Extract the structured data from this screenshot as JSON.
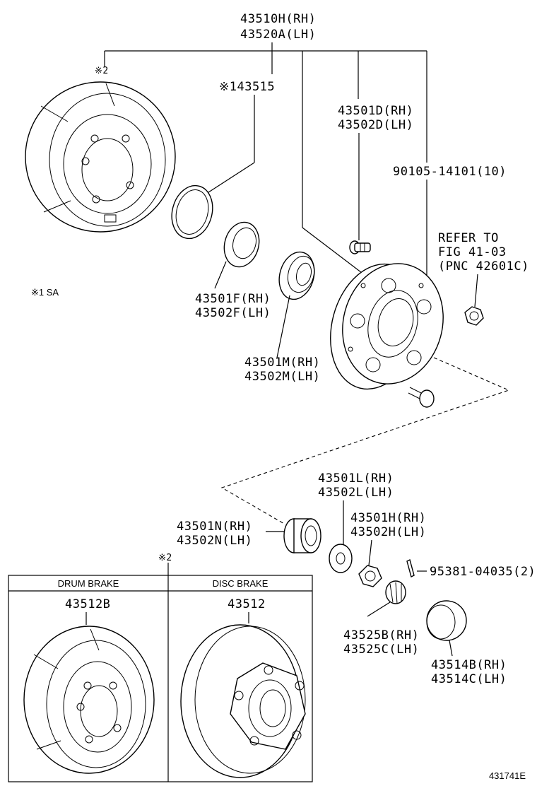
{
  "callouts": {
    "hub_assembly_rh": "43510H(RH)",
    "hub_assembly_lh": "43520A(LH)",
    "note_2_drum": "※2",
    "seal_ring": "※143515",
    "hub_bolt_rh": "43501D(RH)",
    "hub_bolt_lh": "43502D(LH)",
    "hub_nut": "90105-14101(10)",
    "refer_line1": "REFER TO",
    "refer_line2": "FIG 41-03",
    "refer_line3": "(PNC 42601C)",
    "note_1": "※1 SA",
    "oil_seal_rh": "43501F(RH)",
    "oil_seal_lh": "43502F(LH)",
    "inner_bearing_rh": "43501M(RH)",
    "inner_bearing_lh": "43502M(LH)",
    "washer_rh": "43501L(RH)",
    "washer_lh": "43502L(LH)",
    "outer_bearing_rh": "43501N(RH)",
    "outer_bearing_lh": "43502N(LH)",
    "nut_rh": "43501H(RH)",
    "nut_lh": "43502H(LH)",
    "note_2_lower": "※2",
    "cotter_pin": "95381-04035(2)",
    "lock_cap_rh": "43525B(RH)",
    "lock_cap_lh": "43525C(LH)",
    "grease_cap_rh": "43514B(RH)",
    "grease_cap_lh": "43514C(LH)",
    "drum_brake_header": "DRUM BRAKE",
    "disc_brake_header": "DISC BRAKE",
    "drum_part": "43512B",
    "disc_part": "43512",
    "figure_id": "431741E"
  }
}
